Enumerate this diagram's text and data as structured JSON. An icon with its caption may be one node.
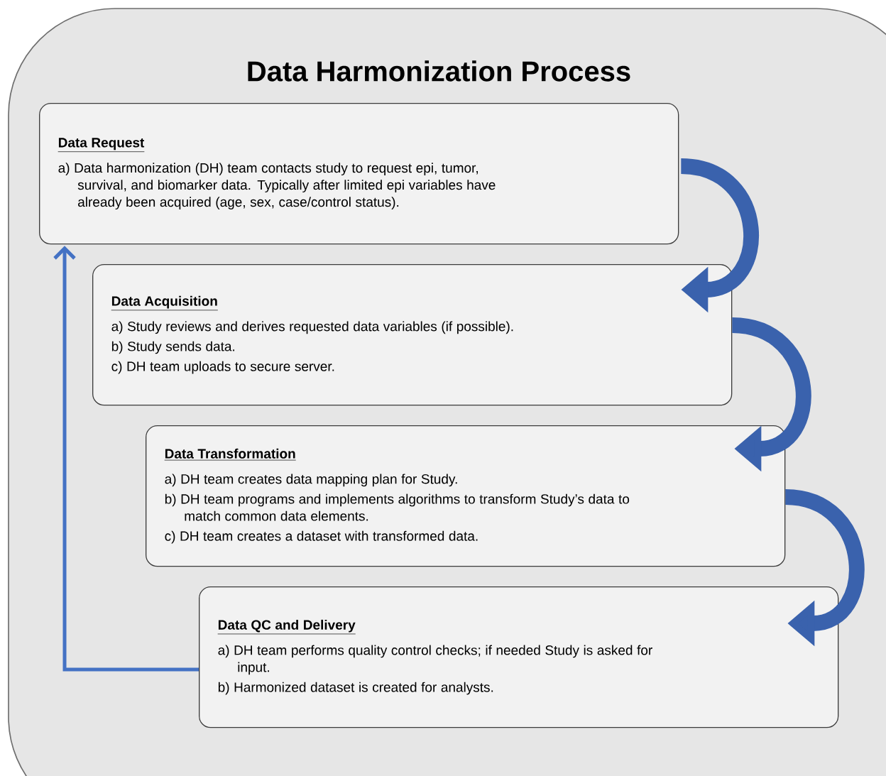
{
  "diagram": {
    "title": "Data Harmonization Process",
    "nodes": [
      {
        "text": [
          "Data Request",
          "a) Data harmonization (DH) team contacts study to request epi, tumor, survival, and biomarker data. Typically after limited epi variables have already been acquired (age, sex, case/control status)."
        ]
      },
      {
        "text": [
          "Data Acquisition",
          "a) Study reviews and derives requested data variables (if possible).",
          "b) Study sends data.",
          "c) DH team uploads to secure server."
        ]
      },
      {
        "text": [
          "Data Transformation",
          "a) DH team creates data mapping plan for Study.",
          "b) DH team programs and implements algorithms to transform Study’s data to match common data elements.",
          "c) DH team creates a dataset with transformed data."
        ]
      },
      {
        "text": [
          "Data QC and Delivery",
          "a) DH team performs quality control checks; if needed Study is asked for input.",
          "b) Harmonized dataset is created for analysts."
        ]
      }
    ],
    "edges": [
      {
        "from": 0,
        "to": 1,
        "arrow": "to"
      },
      {
        "from": 1,
        "to": 2,
        "arrow": "to"
      },
      {
        "from": 2,
        "to": 3,
        "arrow": "to"
      },
      {
        "from": 3,
        "to": 0,
        "arrow": "to",
        "color": "#4472c4"
      }
    ]
  }
}
